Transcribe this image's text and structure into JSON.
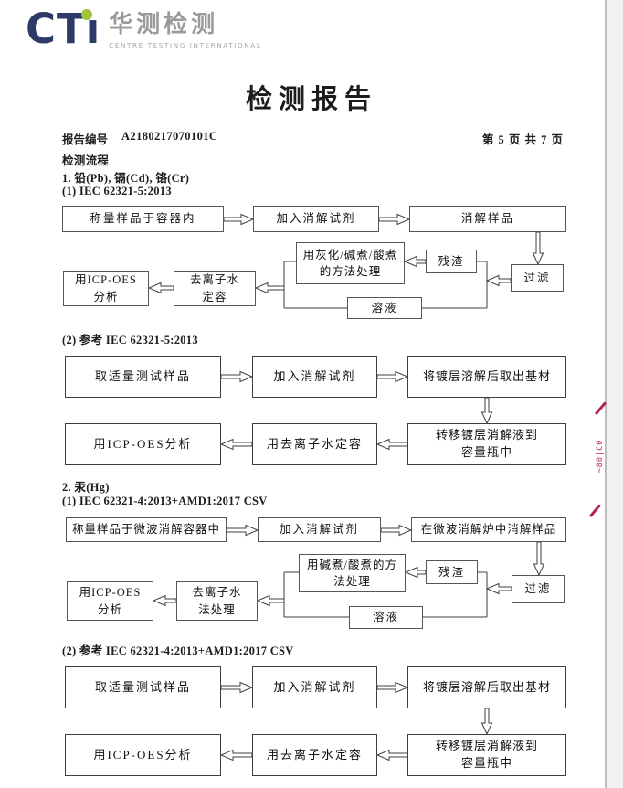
{
  "logo": {
    "cti": "CT",
    "cti_i": "ı",
    "cn": "华测检测",
    "en": "CENTRE TESTING INTERNATIONAL"
  },
  "title": "检测报告",
  "meta": {
    "label": "报告编号",
    "number": "A2180217070101C",
    "page_info": "第 5 页  共 7 页"
  },
  "headings": {
    "flow_title": "检测流程",
    "s1_title": "1. 铅(Pb), 镉(Cd), 铬(Cr)",
    "s1_method1": "(1) IEC 62321-5:2013",
    "s1_method2": "(2) 参考 IEC 62321-5:2013",
    "s2_title": "2. 汞(Hg)",
    "s2_method1": "(1) IEC 62321-4:2013+AMD1:2017 CSV",
    "s2_method2": "(2) 参考 IEC 62321-4:2013+AMD1:2017 CSV"
  },
  "flow1": {
    "b1": "称量样品于容器内",
    "b2": "加入消解试剂",
    "b3": "消解样品",
    "b4": "用灰化/碱煮/酸煮\n的方法处理",
    "b5": "残渣",
    "b6": "过滤",
    "b7": "溶液",
    "b8": "去离子水\n定容",
    "b9": "用ICP-OES\n分析"
  },
  "flow2": {
    "b1": "取适量测试样品",
    "b2": "加入消解试剂",
    "b3": "将镀层溶解后取出基材",
    "b4": "转移镀层消解液到\n容量瓶中",
    "b5": "用去离子水定容",
    "b6": "用ICP-OES分析"
  },
  "flow3": {
    "b1": "称量样品于微波消解容器中",
    "b2": "加入消解试剂",
    "b3": "在微波消解炉中消解样品",
    "b4": "用碱煮/酸煮的方\n法处理",
    "b5": "残渣",
    "b6": "过滤",
    "b7": "溶液",
    "b8": "去离子水\n法处理",
    "b9": "用ICP-OES\n分析"
  },
  "flow4": {
    "b1": "取适量测试样品",
    "b2": "加入消解试剂",
    "b3": "将镀层溶解后取出基材",
    "b4": "转移镀层消解液到\n容量瓶中",
    "b5": "用去离子水定容",
    "b6": "用ICP-OES分析"
  },
  "stamp": {
    "text": "~80|C0"
  },
  "colors": {
    "logo_navy": "#2d3a68",
    "logo_green": "#9fc43b",
    "logo_gray": "#9a9a9a",
    "stamp_red": "#b5244a"
  }
}
